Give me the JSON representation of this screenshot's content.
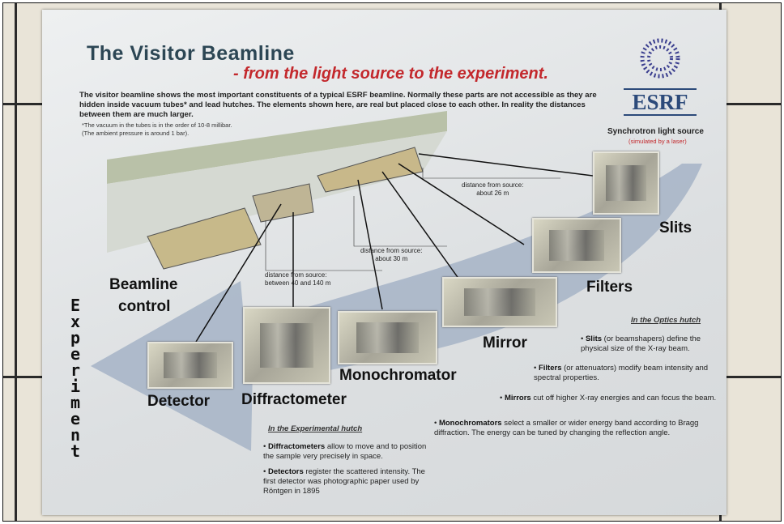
{
  "poster": {
    "title": "The Visitor Beamline",
    "subtitle": "- from the light source to the experiment.",
    "intro": "The visitor beamline shows the most important constituents of a typical ESRF beamline. Normally these parts are not accessible as they are hidden inside vacuum tubes* and lead hutches. The elements shown here, are real but placed close to each other. In reality the distances between them are much larger.",
    "footnote": "*The vacuum in the tubes is in the order of 10-8 millibar. (The ambient pressure is around 1 bar).",
    "logo": "ESRF",
    "source_label": "Synchrotron light source",
    "source_note": "(simulated by a laser)",
    "components": {
      "slits": "Slits",
      "filters": "Filters",
      "mirror": "Mirror",
      "monochromator": "Monochromator",
      "detector": "Detector",
      "diffractometer": "Diffractometer",
      "control_1": "Beamline",
      "control_2": "control"
    },
    "experiment_letters": [
      "E",
      "x",
      "p",
      "e",
      "r",
      "i",
      "m",
      "e",
      "n",
      "t"
    ],
    "distances": {
      "d26": [
        "distance from source:",
        "about 26 m"
      ],
      "d30": [
        "distance from source:",
        "about 30 m"
      ],
      "d40": [
        "distance from source:",
        "between 40 and 140 m"
      ]
    },
    "optics": {
      "heading": "In the Optics hutch",
      "slits_b": "Slits",
      "slits_t": " (or beamshapers) define the physical size of the X-ray beam.",
      "filters_b": "Filters",
      "filters_t": " (or attenuators) modify beam intensity and spectral properties.",
      "mirrors_b": "Mirrors",
      "mirrors_t": " cut off higher X-ray energies and can focus the beam.",
      "mono_b": "Monochromators",
      "mono_t": " select a smaller or wider energy band according to Bragg diffraction. The energy can be tuned by changing the reflection angle."
    },
    "experimental": {
      "heading": "In the Experimental hutch",
      "diff_b": "Diffractometers",
      "diff_t": " allow to move and to position the sample very precisely in space.",
      "det_b": "Detectors",
      "det_t": " register the scattered intensity. The first detector was photographic paper used by Röntgen  in 1895"
    }
  }
}
